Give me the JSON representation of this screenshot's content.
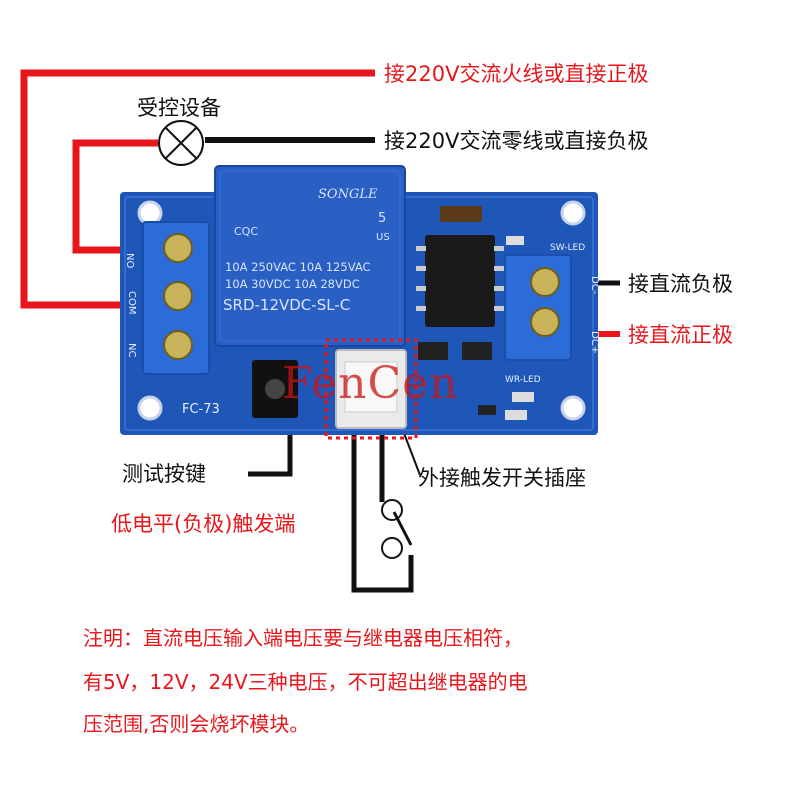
{
  "labels": {
    "live_line": "接220V交流火线或直接正极",
    "neutral_line": "接220V交流零线或直接负极",
    "controlled_device": "受控设备",
    "dc_negative": "接直流负极",
    "dc_positive": "接直流正极",
    "test_button": "测试按键",
    "low_level_trigger": "低电平(负极)触发端",
    "ext_trigger_socket": "外接触发开关插座"
  },
  "board": {
    "brand": "SONGLE",
    "certs": [
      "CQC",
      "5",
      "US"
    ],
    "rating_1": "10A 250VAC  10A 125VAC",
    "rating_2": "10A  30VDC  10A  28VDC",
    "model": "SRD-12VDC-SL-C",
    "model_name": "FC-73",
    "terminal_labels": [
      "NO",
      "COM",
      "NC"
    ],
    "power_labels": [
      "DC-",
      "DC+"
    ],
    "led_labels": [
      "SW-LED",
      "WR-LED"
    ]
  },
  "watermark": "FenCen",
  "note_lines": [
    "注明：直流电压输入端电压要与继电器电压相符，",
    "有5V，12V，24V三种电压，不可超出继电器的电",
    "压范围,否则会烧坏模块。"
  ],
  "colors": {
    "pcb_blue": "#1f57b8",
    "relay_blue": "#2a5fc4",
    "terminal_blue": "#2b6cd8",
    "wire_red": "#e8161b",
    "wire_black": "#111111",
    "note_red": "#e8161b"
  }
}
